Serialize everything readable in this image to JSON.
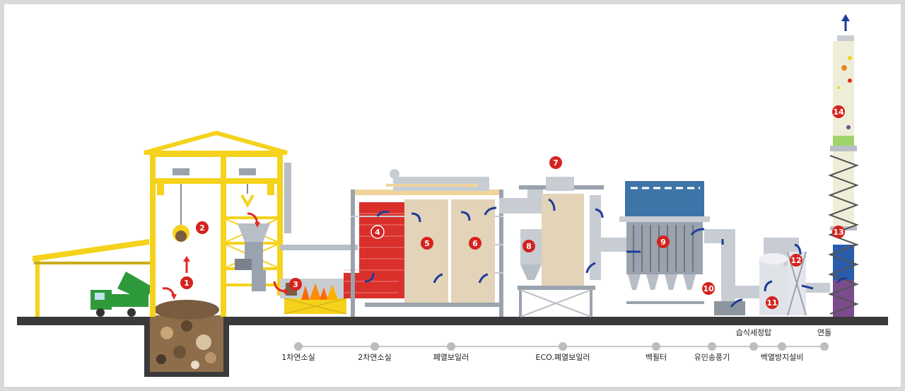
{
  "process_labels": [
    {
      "text": "1차연소실"
    },
    {
      "text": "2차연소실"
    },
    {
      "text": "폐열보일러"
    },
    {
      "text": "ECO.폐열보일러"
    },
    {
      "text": "백필터"
    },
    {
      "text": "유인송풍기"
    },
    {
      "text": "습식세정탑"
    },
    {
      "text": "백열방지설비"
    },
    {
      "text": "연돌"
    }
  ],
  "markers": [
    "1",
    "2",
    "3",
    "4",
    "5",
    "6",
    "7",
    "8",
    "9",
    "10",
    "11",
    "12",
    "13",
    "14"
  ],
  "colors": {
    "crane_frame": "#f5d21b",
    "brick": "#d9302c",
    "flow_arrow": "#1f3c98",
    "start_arrow": "#e02b20",
    "marker": "#d4231e",
    "ground": "#3a3a3a",
    "steel": "#9aa3ad",
    "filter_roof": "#3f74a8",
    "stack_band": "#2a5cad",
    "truck": "#2f9a3c"
  }
}
